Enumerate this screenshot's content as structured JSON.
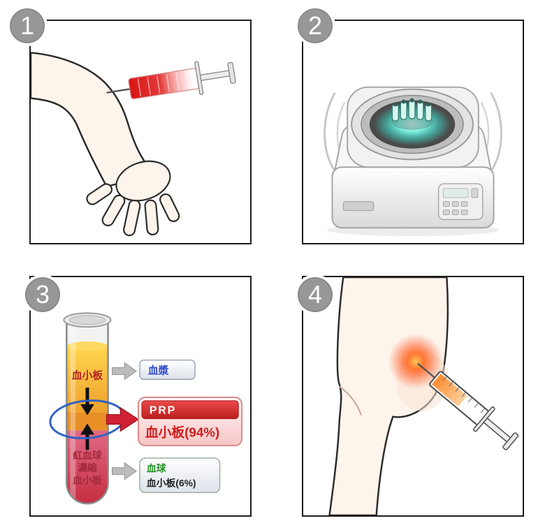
{
  "figure": {
    "kind": "four-step PRP procedure diagram"
  },
  "panels": {
    "step1": {
      "number": "1"
    },
    "step2": {
      "number": "2"
    },
    "step3": {
      "number": "3",
      "tube_labels": {
        "top_layer": "血小板",
        "bottom_layer_line1": "紅血球",
        "bottom_layer_line2": "濃縮",
        "bottom_layer_line3": "血小板"
      },
      "callouts": {
        "plasma": "血漿",
        "prp_title": "PRP",
        "prp_detail": "血小板(94%)",
        "cells_title": "血球",
        "cells_detail": "血小板(6%)"
      }
    },
    "step4": {
      "number": "4"
    }
  },
  "colors": {
    "panel_border": "#1c1c1c",
    "badge_gray": "#979797",
    "syringe_blood_red": "#dd1c1c",
    "plasma_layer_yellow": "#f6c43e",
    "buffy_coat_orange": "#e88f26",
    "red_cell_layer": "#cf3a50",
    "prp_bar_red": "#d43535",
    "prp_text_red": "#d01c1c",
    "plasma_label_blue": "#2f49c9",
    "cells_label_green": "#1f8f1f",
    "highlight_ellipse_blue": "#2f62c4",
    "centrifuge_glow_teal": "#5fe3d2",
    "injection_glow_orange": "#ff7733",
    "skin_tone": "#fdf4ec"
  }
}
